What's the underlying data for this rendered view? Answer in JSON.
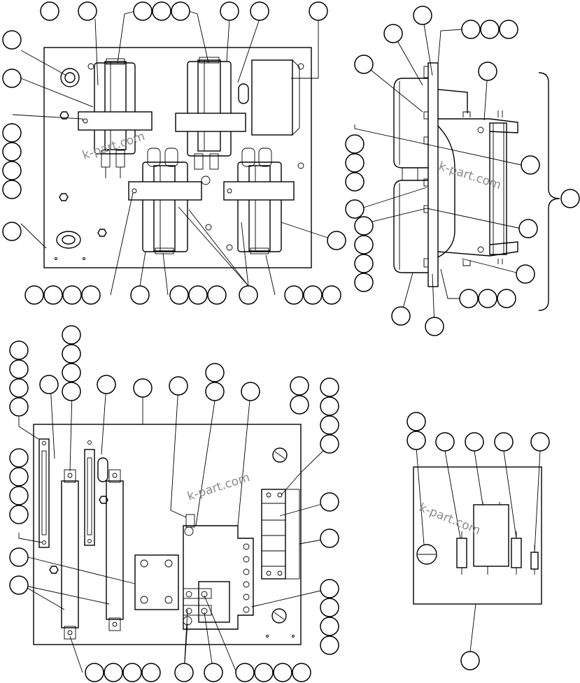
{
  "diagram": {
    "style": "black-and-white technical parts illustration with blank callout circles",
    "line_color": "#000000",
    "background_color": "#ffffff",
    "watermark": {
      "text": "k-part.com",
      "color": "#8a8a8a"
    },
    "views": [
      {
        "id": "panel-top-left",
        "description": "mounting plate with four cylindrical capacitors in clamps and a relay box"
      },
      {
        "id": "assembly-side",
        "description": "side view of two stacked instrument gauges with brace bracket"
      },
      {
        "id": "panel-bottom-left",
        "description": "terminal plate with resistor bars, terminal strip and connection block"
      },
      {
        "id": "panel-bottom-right",
        "description": "small board with lamp, two fuses, capacitor and diode"
      }
    ]
  }
}
